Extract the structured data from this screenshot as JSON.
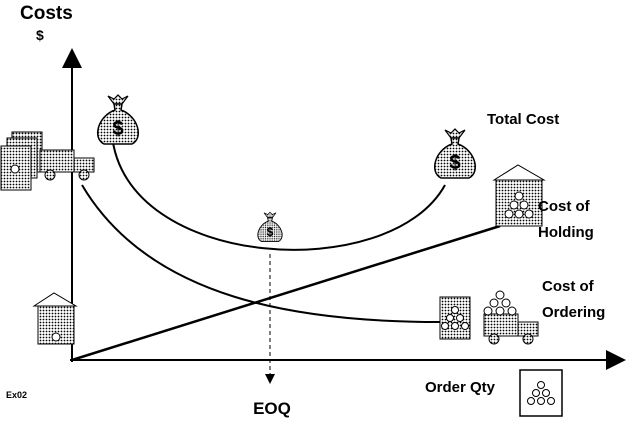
{
  "labels": {
    "y_axis_title": "Costs",
    "y_axis_unit": "$",
    "x_axis_title": "Order Qty",
    "eoq": "EOQ",
    "total_cost": "Total Cost",
    "holding_line1": "Cost of",
    "holding_line2": "Holding",
    "ordering_line1": "Cost of",
    "ordering_line2": "Ordering",
    "figure_id": "Ex02",
    "bag_symbol": "$"
  },
  "colors": {
    "ink": "#000000",
    "background": "#ffffff"
  }
}
